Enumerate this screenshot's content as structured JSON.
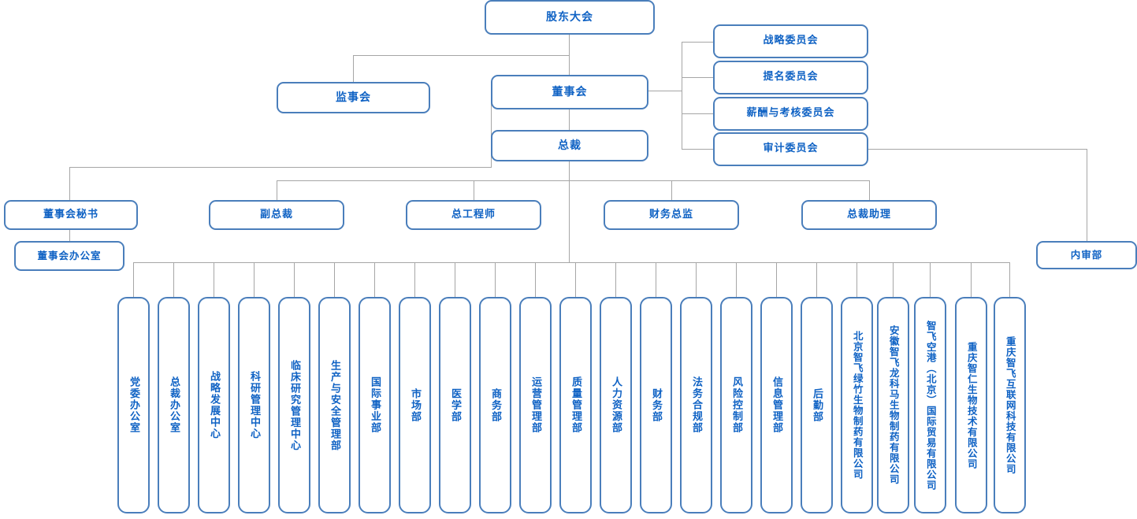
{
  "colors": {
    "box_border": "#4a7ebb",
    "text": "#0f62c4",
    "connector": "#a6a6a6",
    "background": "#ffffff"
  },
  "governance": {
    "shareholders_meeting": "股东大会",
    "supervisory_board": "监事会",
    "board_of_directors": "董事会",
    "president": "总裁"
  },
  "committees": [
    {
      "label": "战略委员会"
    },
    {
      "label": "提名委员会"
    },
    {
      "label": "薪酬与考核委员会"
    },
    {
      "label": "审计委员会"
    }
  ],
  "executives": [
    {
      "label": "董事会秘书"
    },
    {
      "label": "副总裁"
    },
    {
      "label": "总工程师"
    },
    {
      "label": "财务总监"
    },
    {
      "label": "总裁助理"
    }
  ],
  "board_office": "董事会办公室",
  "internal_audit": "内审部",
  "departments": [
    {
      "label": "党委办公室"
    },
    {
      "label": "总裁办公室"
    },
    {
      "label": "战略发展中心"
    },
    {
      "label": "科研管理中心"
    },
    {
      "label": "临床研究管理中心"
    },
    {
      "label": "生产与安全管理部"
    },
    {
      "label": "国际事业部"
    },
    {
      "label": "市场部"
    },
    {
      "label": "医学部"
    },
    {
      "label": "商务部"
    },
    {
      "label": "运营管理部"
    },
    {
      "label": "质量管理部"
    },
    {
      "label": "人力资源部"
    },
    {
      "label": "财务部"
    },
    {
      "label": "法务合规部"
    },
    {
      "label": "风险控制部"
    },
    {
      "label": "信息管理部"
    },
    {
      "label": "后勤部"
    }
  ],
  "subsidiaries": [
    {
      "label": "北京智飞绿竹生物制药有限公司"
    },
    {
      "label": "安徽智飞龙科马生物制药有限公司"
    },
    {
      "label": "智飞空港（北京）国际贸易有限公司"
    },
    {
      "label": "重庆智仁生物技术有限公司"
    },
    {
      "label": "重庆智飞互联网科技有限公司"
    }
  ]
}
